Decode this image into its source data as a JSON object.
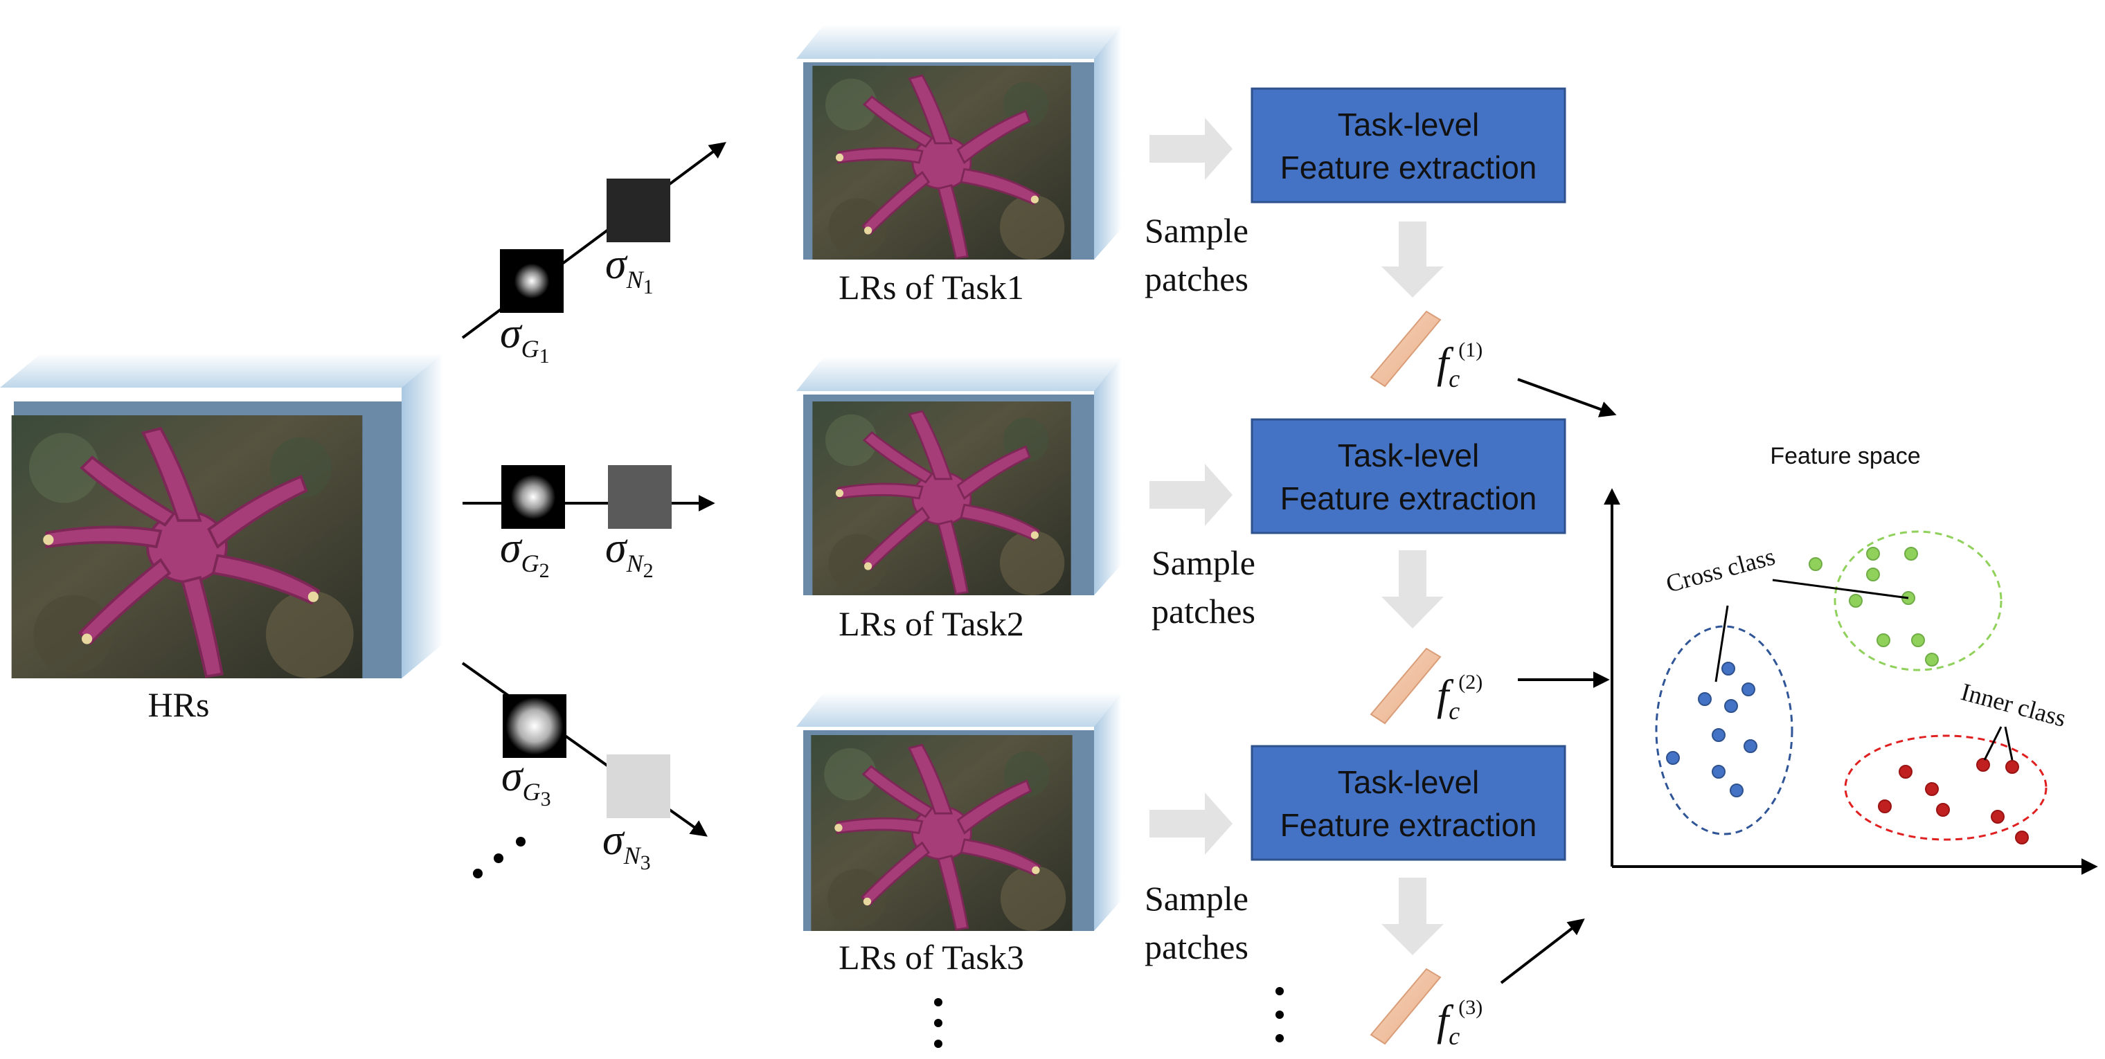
{
  "hr_label": "HRs",
  "kernels": [
    {
      "g_symbol": "σ",
      "g_sub": "G",
      "g_index": "1",
      "n_symbol": "σ",
      "n_sub": "N",
      "n_index": "1"
    },
    {
      "g_symbol": "σ",
      "g_sub": "G",
      "g_index": "2",
      "n_symbol": "σ",
      "n_sub": "N",
      "n_index": "2"
    },
    {
      "g_symbol": "σ",
      "g_sub": "G",
      "g_index": "3",
      "n_symbol": "σ",
      "n_sub": "N",
      "n_index": "3"
    }
  ],
  "tasks": [
    {
      "lr_label": "LRs of Task1",
      "sample_line1": "Sample",
      "sample_line2": "patches",
      "box_line1": "Task-level",
      "box_line2": "Feature extraction",
      "feat_f": "f",
      "feat_c": "c",
      "feat_index": "(1)"
    },
    {
      "lr_label": "LRs of Task2",
      "sample_line1": "Sample",
      "sample_line2": "patches",
      "box_line1": "Task-level",
      "box_line2": "Feature extraction",
      "feat_f": "f",
      "feat_c": "c",
      "feat_index": "(2)"
    },
    {
      "lr_label": "LRs of Task3",
      "sample_line1": "Sample",
      "sample_line2": "patches",
      "box_line1": "Task-level",
      "box_line2": "Feature extraction",
      "feat_f": "f",
      "feat_c": "c",
      "feat_index": "(3)"
    }
  ],
  "feature_space": {
    "title": "Feature space",
    "cross_label": "Cross class",
    "inner_label": "Inner class"
  },
  "colors": {
    "box_fill": "#4472C4",
    "box_stroke": "#2F528F",
    "gray_arrow": "#E3E3E3",
    "blue_cluster": "#4472C4",
    "green_cluster": "#8FD15A",
    "red_cluster": "#C0201F",
    "feature_bar": "#F2C3A3"
  }
}
